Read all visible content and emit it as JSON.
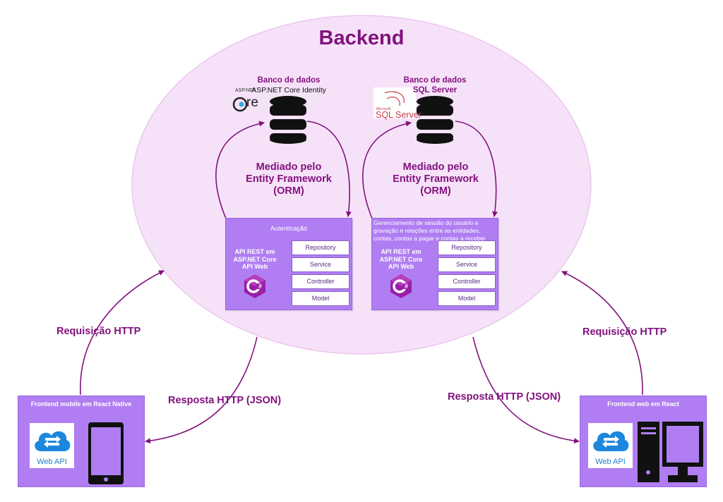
{
  "backend": {
    "title": "Backend"
  },
  "left_db": {
    "title": "Banco de dados",
    "subtitle": "ASP.NET Core Identity",
    "logo_small": "ASP.NET",
    "logo_big": "re",
    "orm_line1": "Mediado pelo",
    "orm_line2": "Entity Framework",
    "orm_line3": "(ORM)"
  },
  "right_db": {
    "title": "Banco de dados",
    "subtitle": "SQL Server",
    "logo_small": "Microsoft",
    "logo_big": "SQL Server",
    "orm_line1": "Mediado pelo",
    "orm_line2": "Entity Framework",
    "orm_line3": "(ORM)"
  },
  "left_api": {
    "caption": "Autenticação",
    "line1": "API REST em",
    "line2": "ASP.NET Core",
    "line3": "API Web",
    "layers": [
      "Repository",
      "Service",
      "Controller",
      "Model"
    ]
  },
  "right_api": {
    "caption": "Gerenciamento de sessão do usuário e gravação e relações entre as entidades, contas, contas a pagar e contas a receber",
    "line1": "API REST em",
    "line2": "ASP.NET Core",
    "line3": "API Web",
    "layers": [
      "Repository",
      "Service",
      "Controller",
      "Model"
    ]
  },
  "left_front": {
    "caption": "Frontend mobile em React Native",
    "webapi": "Web API"
  },
  "right_front": {
    "caption": "Frontend web em React",
    "webapi": "Web API"
  },
  "labels": {
    "req_left": "Requisição HTTP",
    "resp_left": "Resposta HTTP (JSON)",
    "req_right": "Requisição HTTP",
    "resp_right": "Resposta HTTP (JSON)"
  },
  "colors": {
    "accent": "#82127e",
    "ellipse": "#f6e2f8",
    "box": "#b07ef2",
    "cloud": "#1d86dd"
  },
  "icons": [
    "database-icon",
    "csharp-icon",
    "cloud-sync-icon",
    "smartphone-icon",
    "desktop-computer-icon"
  ]
}
